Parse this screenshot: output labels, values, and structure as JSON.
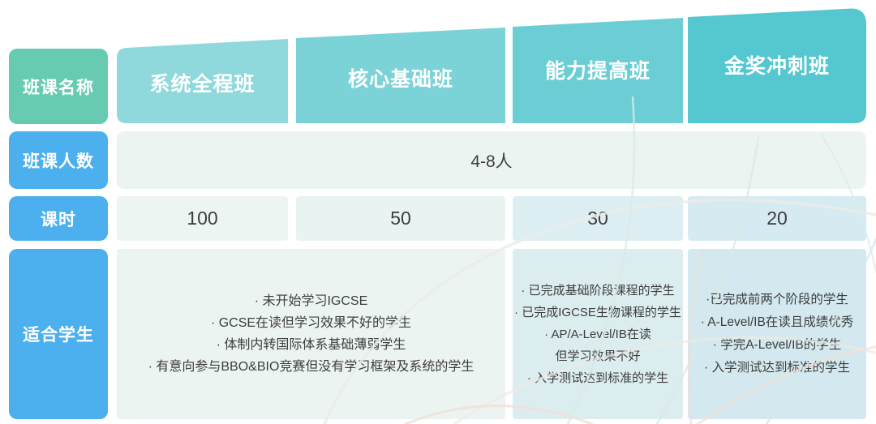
{
  "header": {
    "corner_label": "班课名称",
    "columns": [
      {
        "label": "系统全程班"
      },
      {
        "label": "核心基础班"
      },
      {
        "label": "能力提高班"
      },
      {
        "label": "金奖冲刺班"
      }
    ]
  },
  "rows": {
    "class_size": {
      "label": "班课人数",
      "value": "4-8人"
    },
    "hours": {
      "label": "课时",
      "values": [
        "100",
        "50",
        "30",
        "20"
      ]
    },
    "suitable": {
      "label": "适合学生",
      "col12_lines": [
        "·  未开始学习IGCSE",
        "·  GCSE在读但学习效果不好的学生",
        "·  体制内转国际体系基础薄弱学生",
        "·  有意向参与BBO&BIO竞赛但没有学习框架及系统的学生"
      ],
      "col3_lines": [
        "·  已完成基础阶段课程的学生",
        "·  已完成IGCSE生物课程的学生",
        "·  AP/A-Level/IB在读",
        "但学习效果不好",
        "·  入学测试达到标准的学生"
      ],
      "col4_lines": [
        "·已完成前两个阶段的学生",
        "·  A-Level/IB在读且成绩优秀",
        "·  学完A-Level/IB的学生",
        "·  入学测试达到标准的学生"
      ]
    }
  },
  "colors": {
    "corner_green": "#67cbb1",
    "row_label_blue": "#4bb0ed",
    "header_teals": [
      "#8fd8dc",
      "#7bd3d8",
      "#6bced5",
      "#55c7d0"
    ],
    "cell_bg": [
      "#edf5f2",
      "#e9f3f1",
      "#dceef2",
      "#d6ebf1"
    ],
    "cell_bg_merged": "#ecf4f1",
    "suit_bg_c3": "#dcedef",
    "suit_bg_c4": "#d3e9ef",
    "text_dark": "#3d3d3d"
  }
}
